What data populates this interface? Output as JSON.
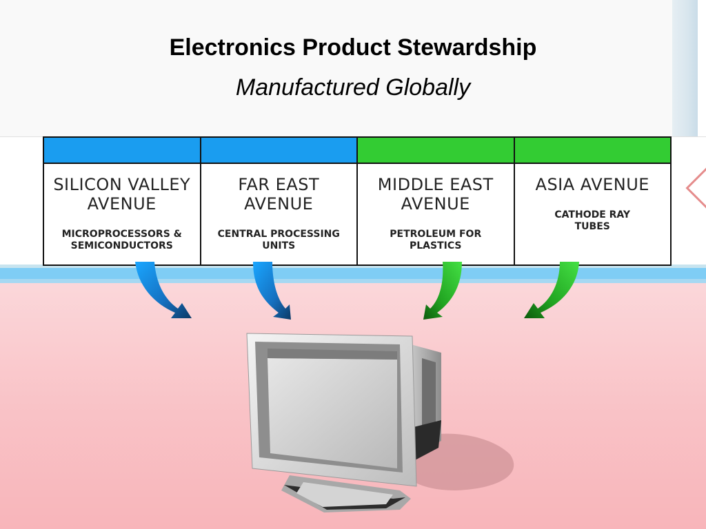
{
  "slide": {
    "title": "Electronics Product Stewardship",
    "subtitle": "Manufactured Globally"
  },
  "avenues": [
    {
      "name_line1": "SILICON VALLEY",
      "name_line2": "AVENUE",
      "desc_line1": "MICROPROCESSORS &",
      "desc_line2": "SEMICONDUCTORS",
      "bar_color": "blue"
    },
    {
      "name_line1": "FAR EAST",
      "name_line2": "AVENUE",
      "desc_line1": "CENTRAL PROCESSING",
      "desc_line2": "UNITS",
      "bar_color": "blue"
    },
    {
      "name_line1": "MIDDLE EAST",
      "name_line2": "AVENUE",
      "desc_line1": "PETROLEUM FOR",
      "desc_line2": "PLASTICS",
      "bar_color": "green"
    },
    {
      "name_line1": "ASIA AVENUE",
      "name_line2": "",
      "desc_line1": "CATHODE RAY",
      "desc_line2": "TUBES",
      "bar_color": "green"
    }
  ],
  "colors": {
    "blue": "#1a9df0",
    "green": "#33cc33",
    "road": "#7fcdf5",
    "floor": "#f9c3c7"
  },
  "icons": [
    "blue-arrow-icon",
    "green-arrow-icon",
    "crt-monitor-icon"
  ]
}
